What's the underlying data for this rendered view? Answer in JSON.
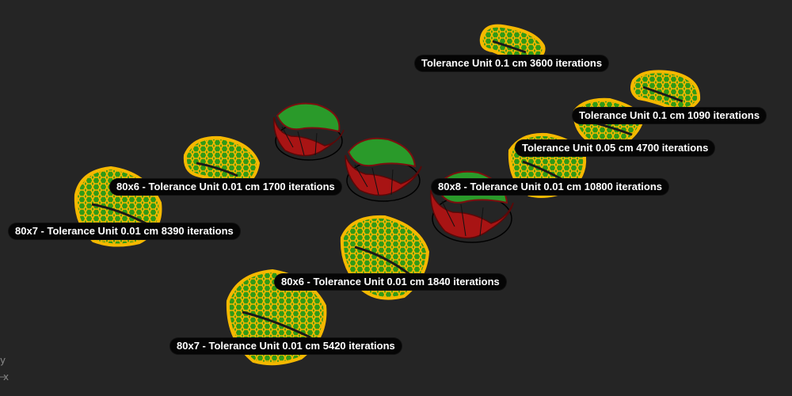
{
  "viewport": {
    "background": "#252525",
    "colors": {
      "mesh_yellow": "#f5b800",
      "mesh_green": "#2f9a18",
      "shell_red": "#a81414",
      "cap_green": "#2a9a2a",
      "tag_bg": "#050505"
    }
  },
  "labels": {
    "t1": "Tolerance Unit 0.1  cm 3600 iterations",
    "t2": "Tolerance Unit 0.1 cm 1090 iterations",
    "t3": "Tolerance Unit 0.05 cm 4700 iterations",
    "t4": "80x6 - Tolerance Unit 0.01 cm 1700 iterations",
    "t5": "80x8 - Tolerance Unit 0.01 cm 10800 iterations",
    "t6": "80x7 - Tolerance Unit 0.01 cm 8390 iterations",
    "t7": "80x6 - Tolerance Unit 0.01 cm 1840 iterations",
    "t8": "80x7 - Tolerance Unit 0.01 cm 5420 iterations"
  },
  "axes": {
    "y": "y",
    "x": "x"
  }
}
